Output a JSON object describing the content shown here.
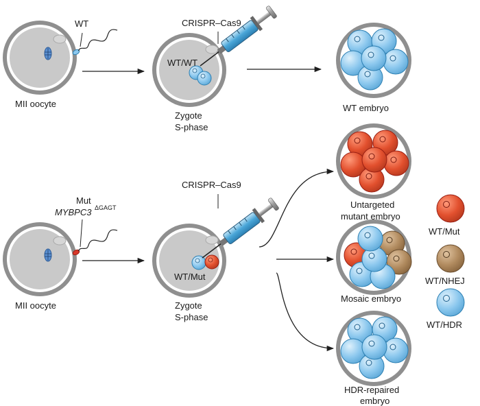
{
  "labels": {
    "wt_sperm": "WT",
    "cas9_top": "CRISPR–Cas9",
    "cas9_bottom": "CRISPR–Cas9",
    "zygote_wt": "WT/WT",
    "zygote_mut": "WT/Mut",
    "oocyte_top": "MII oocyte",
    "oocyte_bottom": "MII oocyte",
    "zygote_top_1": "Zygote",
    "zygote_top_2": "S-phase",
    "zygote_bottom_1": "Zygote",
    "zygote_bottom_2": "S-phase",
    "wt_embryo": "WT embryo",
    "mut_sperm_1": "Mut",
    "mut_sperm_gene": "MYBPC3",
    "mut_sperm_sup": "ΔGAGT",
    "untargeted_1": "Untargeted",
    "untargeted_2": "mutant embryo",
    "mosaic": "Mosaic embryo",
    "hdr_1": "HDR-repaired",
    "hdr_2": "embryo"
  },
  "legend": [
    {
      "label": "WT/Mut",
      "icon": "red-cell-icon",
      "color": "#e2502e"
    },
    {
      "label": "WT/NHEJ",
      "icon": "brown-cell-icon",
      "color": "#b08a5e"
    },
    {
      "label": "WT/HDR",
      "icon": "blue-cell-icon",
      "color": "#8cc8ee"
    }
  ],
  "colors": {
    "oocyte": "#c9c9c9",
    "zona": "#8f8f8f",
    "wt_cell": "#8cc8ee",
    "mut_cell": "#e2502e",
    "nhej_cell": "#b08a5e",
    "syringe_barrel": "#4aa6d8",
    "arrow": "#1f1f1f"
  }
}
